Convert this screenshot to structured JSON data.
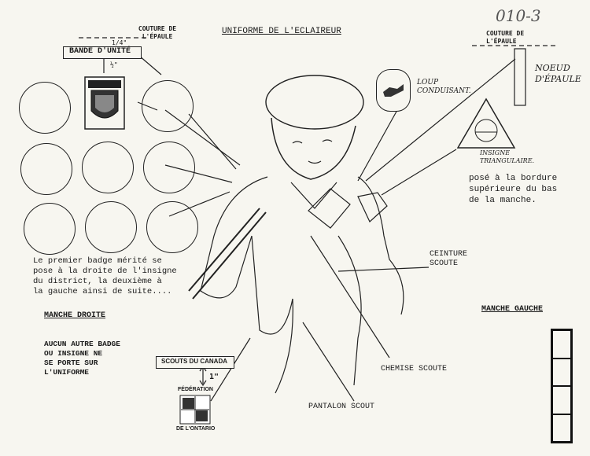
{
  "doc_number": "010-3",
  "title": "UNIFORME DE L'ECLAIREUR",
  "left_shoulder_label": "COUTURE DE L'ÉPAULE",
  "left_measure": "1/4\"",
  "unit_band": "BANDE D'UNITÉ",
  "half_inch": "½\"",
  "right_shoulder_label": "COUTURE DE L'ÉPAULE",
  "shoulder_knot": "NOEUD D'ÉPAULE",
  "wolf_label": "LOUP CONDUISANT.",
  "triangle_label": "INSIGNE TRIANGULAIRE.",
  "triangle_note": "posé à la bordure\nsupérieure du bas\nde la manche.",
  "first_badge_note": "Le premier badge mérité se\npose à la droite de l'insigne\ndu district, la deuxième à\nla gauche ainsi de suite....",
  "left_sleeve_title": "MANCHE DROITE",
  "no_other_badge": "AUCUN AUTRE BADGE\nOU INSIGNE NE\nSE PORTE SUR\nL'UNIFORME",
  "scout_canada": "SCOUTS DU CANADA",
  "one_inch": "1\"",
  "federation_top": "FÉDÉRATION",
  "federation_bottom": "DE L'ONTARIO",
  "ceinture": "CEINTURE\nSCOUTE",
  "chemise": "CHEMISE SCOUTE",
  "pantalon": "PANTALON SCOUT",
  "right_sleeve_title": "MANCHE GAUCHE"
}
